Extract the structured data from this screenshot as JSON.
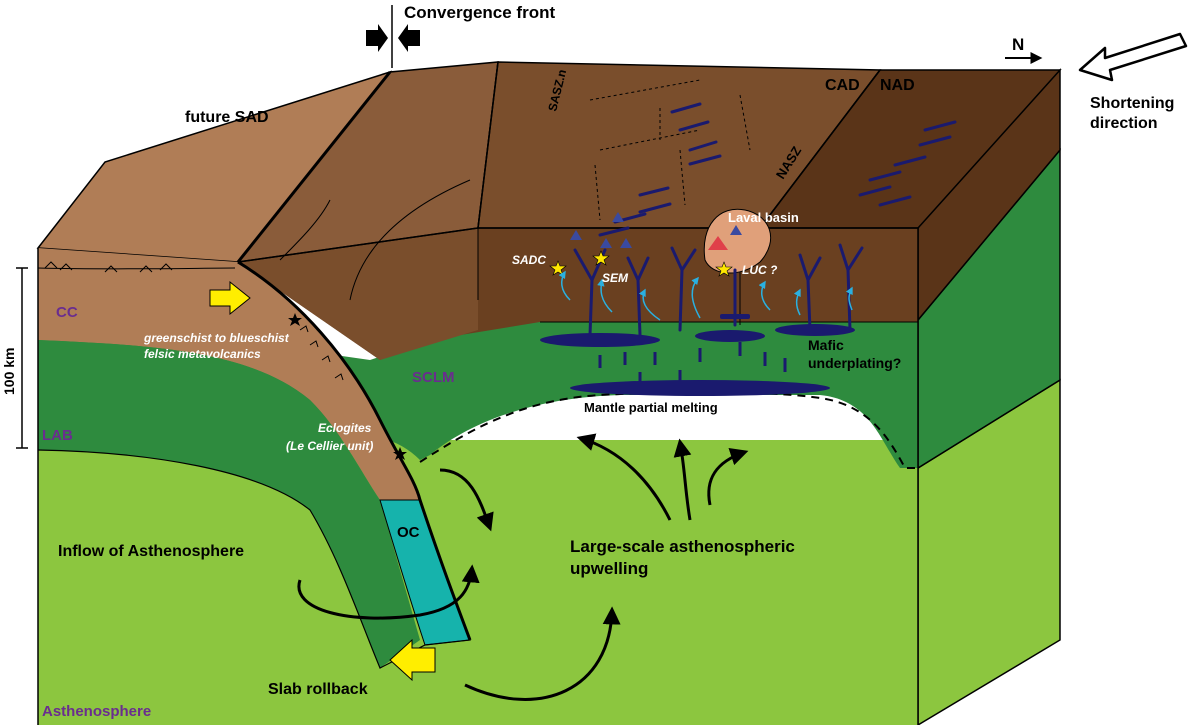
{
  "colors": {
    "asthenosphere": "#8cc63f",
    "sclm": "#2e8b3e",
    "crust_light": "#b07d56",
    "crust_medium": "#8a5c3a",
    "crust_dark": "#6a4020",
    "crust_darkest": "#5a3418",
    "oceanic_crust": "#16b3ac",
    "magma": "#1a1a6e",
    "fluid_arrow": "#2ab0e0",
    "label_purple": "#6a2d8f",
    "yellow_arrow": "#ffee00",
    "laval_basin": "#e0a07a",
    "volcano_red": "#e0404a",
    "star_yellow": "#ffe600"
  },
  "labels": {
    "convergence_front": "Convergence front",
    "north": "N",
    "shortening": [
      "Shortening",
      "direction"
    ],
    "future_sad": "future SAD",
    "sasz_n": "SASZ.n",
    "cad": "CAD",
    "nad": "NAD",
    "nasz": "NASZ",
    "laval_basin": "Laval basin",
    "sadc": "SADC",
    "sem": "SEM",
    "luc": "LUC ?",
    "cc": "CC",
    "greenschist": [
      "greenschist to blueschist",
      "felsic metavolcanics"
    ],
    "sclm": "SCLM",
    "mafic": [
      "Mafic",
      "underplating?"
    ],
    "mantle_melting": "Mantle partial melting",
    "lab": "LAB",
    "eclogites": [
      "Eclogites",
      "(Le Cellier unit)"
    ],
    "oc": "OC",
    "inflow": "Inflow of Asthenosphere",
    "upwelling": [
      "Large-scale asthenospheric",
      "upwelling"
    ],
    "slab_rollback": "Slab rollback",
    "asthenosphere": "Asthenosphere",
    "scale": "100 km"
  }
}
